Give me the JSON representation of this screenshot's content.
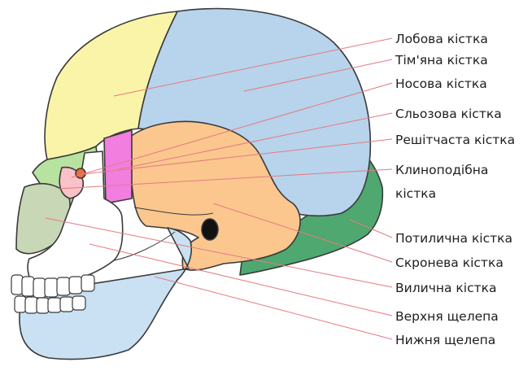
{
  "colors": {
    "frontal": "#faf4a8",
    "parietal": "#b8d3ec",
    "nasal": "#f9c2c8",
    "lacrimal": "#f27ee0",
    "ethmoid": "#f06b3e",
    "sphenoid": "#b8e2a0",
    "occipital": "#4ea870",
    "temporal": "#fbc78e",
    "zygomatic": "#c8d7b6",
    "maxilla": "#ffffff",
    "mandible": "#c9e1f3",
    "leader": "#e57a80"
  },
  "labels": [
    {
      "id": "frontal",
      "text": "Лобова кістка"
    },
    {
      "id": "parietal",
      "text": "Тім'яна кістка"
    },
    {
      "id": "nasal",
      "text": "Носова кістка"
    },
    {
      "id": "lacrimal",
      "text": "Сльозова кістка"
    },
    {
      "id": "ethmoid",
      "text": "Решітчаста кістка"
    },
    {
      "id": "sphenoid_line1",
      "text": "Клиноподібна"
    },
    {
      "id": "sphenoid_line2",
      "text": "кістка"
    },
    {
      "id": "occipital",
      "text": "Потилична кістка"
    },
    {
      "id": "temporal",
      "text": "Скронева кістка"
    },
    {
      "id": "zygomatic",
      "text": "Вилична кістка"
    },
    {
      "id": "maxilla",
      "text": "Верхня щелепа"
    },
    {
      "id": "mandible",
      "text": "Нижня щелепа"
    }
  ]
}
